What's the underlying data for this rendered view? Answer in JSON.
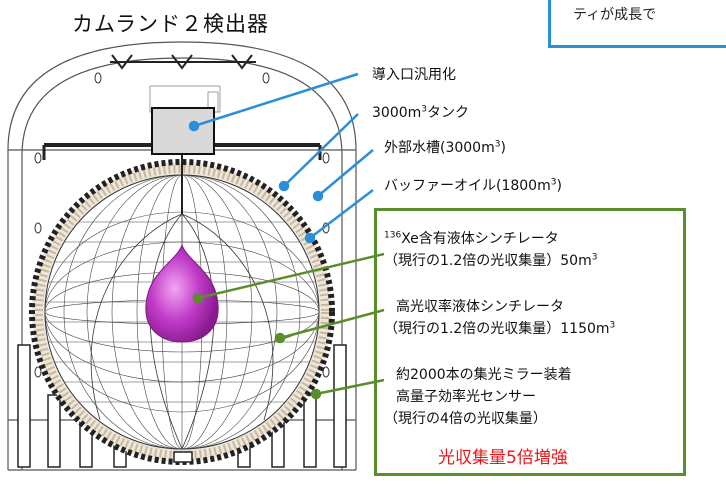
{
  "title": "カムランド２検出器",
  "cut_text": "ティが成長で",
  "callouts": {
    "inlet": "導入口汎用化",
    "tank_pre": "3000m",
    "tank_sup": "3",
    "tank_post": "タンク",
    "water_pre": "外部水槽(3000m",
    "water_sup": "3",
    "water_post": ")",
    "buffer_pre": "バッファーオイル(1800m",
    "buffer_sup": "3",
    "buffer_post": ")"
  },
  "box": {
    "xe_sup": "136",
    "xe_line1": "Xe含有液体シンチレータ",
    "xe_line2": "（現行の1.2倍の光収集量）50m",
    "xe_line2_sup": "3",
    "hq_line1": "高光収率液体シンチレータ",
    "hq_line2": "（現行の1.2倍の光収集量）1150m",
    "hq_line2_sup": "3",
    "pmt_line1": "約2000本の集光ミラー装着",
    "pmt_line2": "高量子効率光センサー",
    "pmt_line3": "（現行の4倍の光収集量）",
    "highlight": "光収集量5倍増強"
  },
  "colors": {
    "blue_callout": "#2b8fd8",
    "green_callout": "#5a8e2a",
    "highlight": "#e8191c",
    "balloon": "#c13cc8"
  }
}
